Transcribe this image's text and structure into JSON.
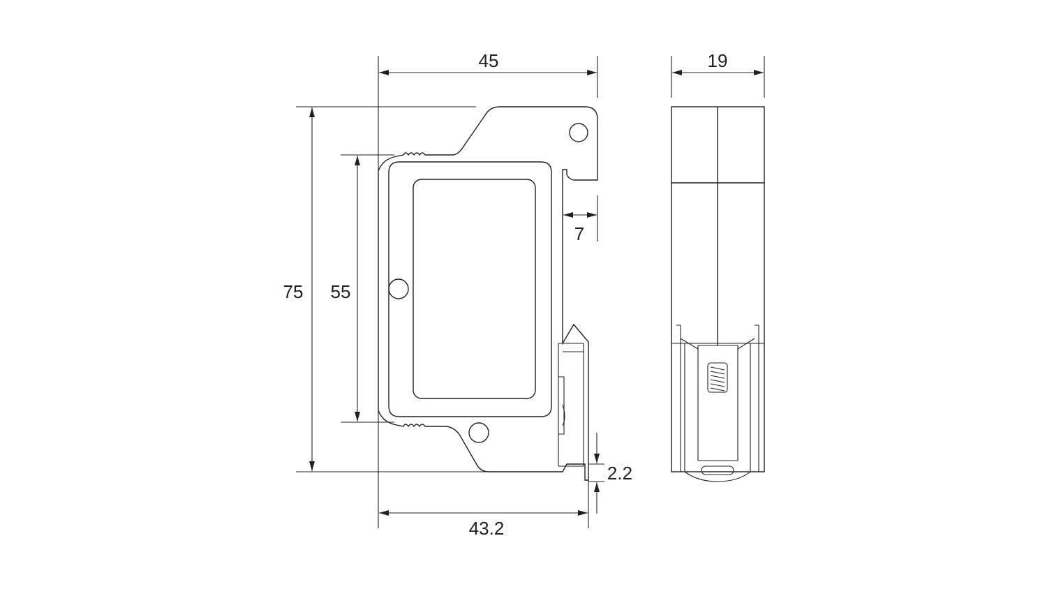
{
  "dimensions": {
    "front_width": "45",
    "front_height": "75",
    "inner_height": "55",
    "rail_depth": "7",
    "bottom_width": "43.2",
    "clip_offset": "2.2",
    "side_width": "19"
  },
  "colors": {
    "line": "#231f20",
    "background": "#ffffff"
  }
}
